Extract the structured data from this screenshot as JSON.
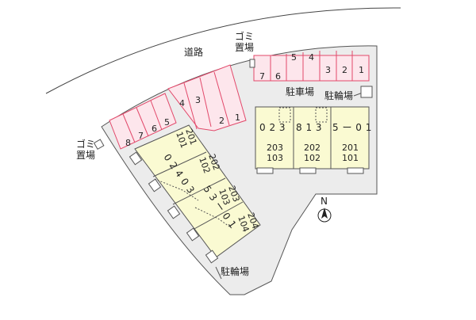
{
  "labels": {
    "road": "道路",
    "garbage_top_1": "ゴミ",
    "garbage_top_2": "置場",
    "garbage_left_1": "ゴミ",
    "garbage_left_2": "置場",
    "parking": "駐車場",
    "bicycle_top": "駐輪場",
    "bicycle_bottom": "駐輪場",
    "north": "N"
  },
  "parking_right": [
    "7",
    "6",
    "5",
    "4",
    "3",
    "2",
    "1"
  ],
  "parking_mid": [
    "4",
    "3",
    "2",
    "1"
  ],
  "parking_left": [
    "8",
    "7",
    "6",
    "5"
  ],
  "right_building": {
    "codes": [
      "0 2 3",
      "8 1 3",
      "5 ー 0 1"
    ],
    "units": [
      {
        "top": "203",
        "bottom": "103"
      },
      {
        "top": "202",
        "bottom": "102"
      },
      {
        "top": "201",
        "bottom": "101"
      }
    ]
  },
  "left_building": {
    "codes": [
      "0 2 4 0 3",
      "5 3 ー 0 1"
    ],
    "units": [
      {
        "top": "201",
        "bottom": "101"
      },
      {
        "top": "202",
        "bottom": "102"
      },
      {
        "top": "203",
        "bottom": "103"
      },
      {
        "top": "204",
        "bottom": "104"
      }
    ]
  },
  "colors": {
    "lot": "#ececec",
    "building": "#fafad2",
    "parking_fill": "#fde6ec",
    "parking_stroke": "#e2486a",
    "line": "#555555"
  }
}
